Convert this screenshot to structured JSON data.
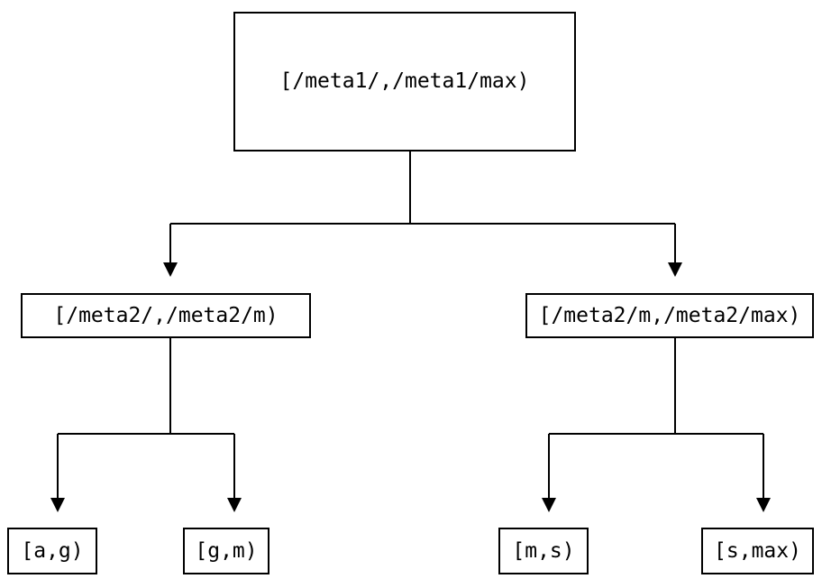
{
  "diagram": {
    "type": "tree",
    "colors": {
      "background": "#ffffff",
      "line": "#000000",
      "text": "#000000"
    },
    "nodes": {
      "root": {
        "label": "[/meta1/,/meta1/max)"
      },
      "meta2_left": {
        "label": "[/meta2/,/meta2/m)"
      },
      "meta2_right": {
        "label": "[/meta2/m,/meta2/max)"
      },
      "leaf_ag": {
        "label": "[a,g)"
      },
      "leaf_gm": {
        "label": "[g,m)"
      },
      "leaf_ms": {
        "label": "[m,s)"
      },
      "leaf_smax": {
        "label": "[s,max)"
      }
    },
    "edges": [
      {
        "from": "root",
        "to": "meta2_left"
      },
      {
        "from": "root",
        "to": "meta2_right"
      },
      {
        "from": "meta2_left",
        "to": "leaf_ag"
      },
      {
        "from": "meta2_left",
        "to": "leaf_gm"
      },
      {
        "from": "meta2_right",
        "to": "leaf_ms"
      },
      {
        "from": "meta2_right",
        "to": "leaf_smax"
      }
    ]
  }
}
